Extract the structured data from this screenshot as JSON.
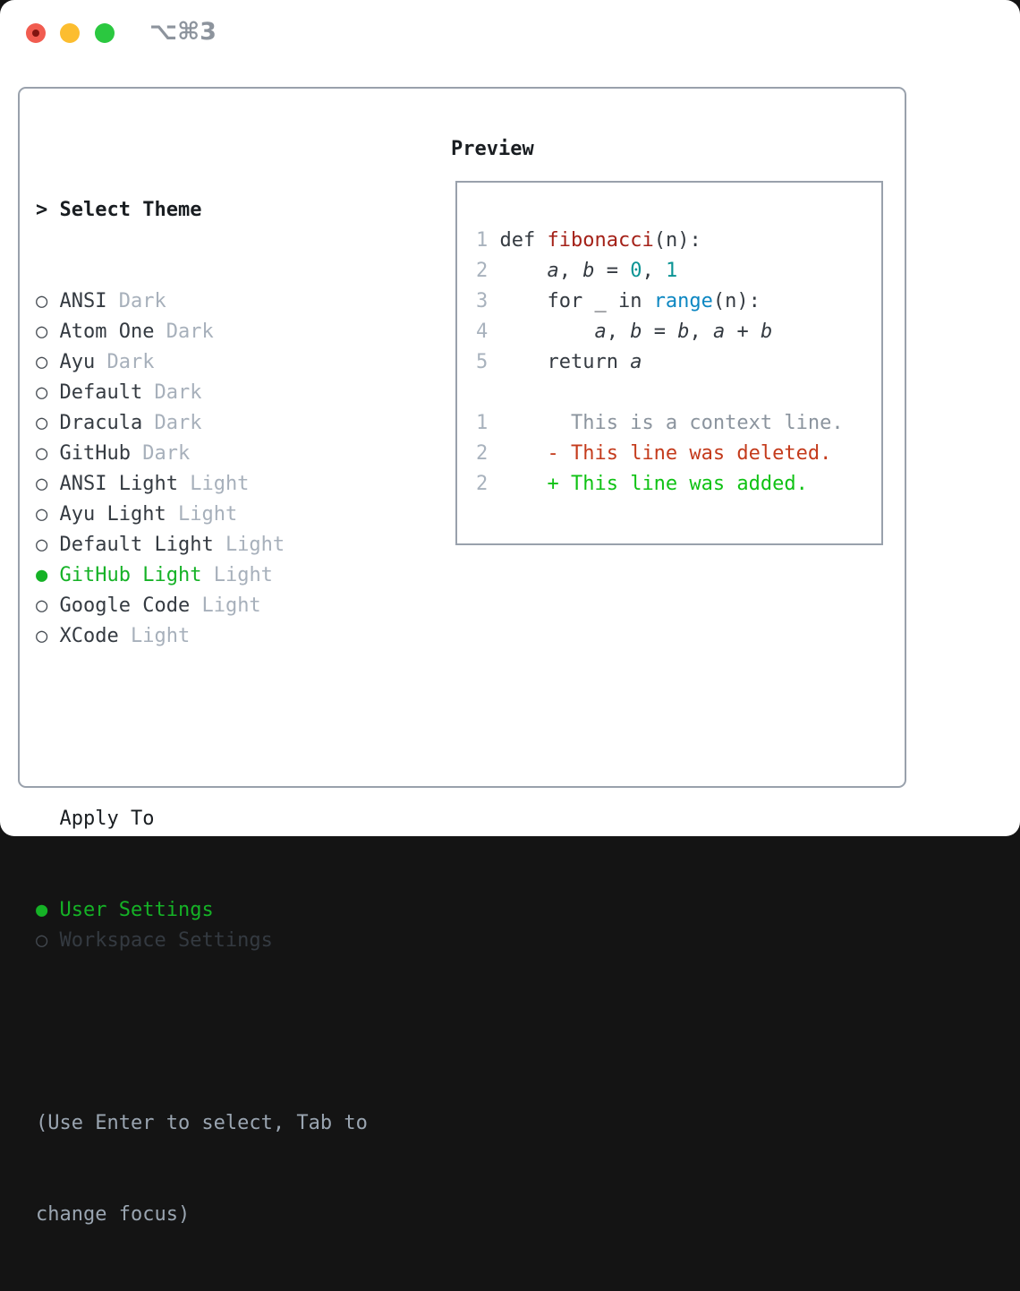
{
  "titlebar": {
    "shortcut": "⌥⌘3"
  },
  "traffic_lights": {
    "close": "close-light",
    "minimize": "minimize-light",
    "zoom": "zoom-light"
  },
  "selector": {
    "prompt": ">",
    "title": "Select Theme",
    "markers": {
      "selected": "●",
      "unselected": "○"
    },
    "themes": [
      {
        "name": "ANSI",
        "variant": "Dark",
        "selected": false
      },
      {
        "name": "Atom One",
        "variant": "Dark",
        "selected": false
      },
      {
        "name": "Ayu",
        "variant": "Dark",
        "selected": false
      },
      {
        "name": "Default",
        "variant": "Dark",
        "selected": false
      },
      {
        "name": "Dracula",
        "variant": "Dark",
        "selected": false
      },
      {
        "name": "GitHub",
        "variant": "Dark",
        "selected": false
      },
      {
        "name": "ANSI Light",
        "variant": "Light",
        "selected": false
      },
      {
        "name": "Ayu Light",
        "variant": "Light",
        "selected": false
      },
      {
        "name": "Default Light",
        "variant": "Light",
        "selected": false
      },
      {
        "name": "GitHub Light",
        "variant": "Light",
        "selected": true
      },
      {
        "name": "Google Code",
        "variant": "Light",
        "selected": false
      },
      {
        "name": "XCode",
        "variant": "Light",
        "selected": false
      }
    ],
    "apply_to": {
      "title": "Apply To",
      "options": [
        {
          "label": "User Settings",
          "selected": true
        },
        {
          "label": "Workspace Settings",
          "selected": false
        }
      ]
    },
    "hint_lines": [
      "(Use Enter to select, Tab to",
      "change focus)"
    ]
  },
  "preview": {
    "title": "Preview",
    "code_lines": [
      {
        "num": "1",
        "segments": [
          {
            "text": "def ",
            "style": "plain"
          },
          {
            "text": "fibonacci",
            "style": "function"
          },
          {
            "text": "(n):",
            "style": "plain"
          }
        ]
      },
      {
        "num": "2",
        "segments": [
          {
            "text": "    ",
            "style": "plain"
          },
          {
            "text": "a",
            "style": "variable"
          },
          {
            "text": ", ",
            "style": "plain"
          },
          {
            "text": "b",
            "style": "variable"
          },
          {
            "text": " = ",
            "style": "plain"
          },
          {
            "text": "0",
            "style": "number"
          },
          {
            "text": ", ",
            "style": "plain"
          },
          {
            "text": "1",
            "style": "number"
          }
        ]
      },
      {
        "num": "3",
        "segments": [
          {
            "text": "    for _ in ",
            "style": "plain"
          },
          {
            "text": "range",
            "style": "builtin"
          },
          {
            "text": "(n):",
            "style": "plain"
          }
        ]
      },
      {
        "num": "4",
        "segments": [
          {
            "text": "        ",
            "style": "plain"
          },
          {
            "text": "a",
            "style": "variable"
          },
          {
            "text": ", ",
            "style": "plain"
          },
          {
            "text": "b",
            "style": "variable"
          },
          {
            "text": " = ",
            "style": "plain"
          },
          {
            "text": "b",
            "style": "variable"
          },
          {
            "text": ", ",
            "style": "plain"
          },
          {
            "text": "a",
            "style": "variable"
          },
          {
            "text": " + ",
            "style": "plain"
          },
          {
            "text": "b",
            "style": "variable"
          }
        ]
      },
      {
        "num": "5",
        "segments": [
          {
            "text": "    return ",
            "style": "plain"
          },
          {
            "text": "a",
            "style": "variable"
          }
        ]
      },
      {
        "num": "",
        "segments": []
      },
      {
        "num": "1",
        "segments": [
          {
            "text": "      This is a context line.",
            "style": "context"
          }
        ]
      },
      {
        "num": "2",
        "segments": [
          {
            "text": "    - This line was deleted.",
            "style": "deleted"
          }
        ]
      },
      {
        "num": "2",
        "segments": [
          {
            "text": "    + This line was added.",
            "style": "added"
          }
        ]
      }
    ]
  },
  "colors": {
    "selected_green": "#15b226",
    "added_green": "#0fc214",
    "deleted_red": "#c43b1c",
    "function_red": "#a42118",
    "number_teal": "#0b9494",
    "builtin_blue": "#0d87c2",
    "context_gray": "#8b949e",
    "muted_gray": "#a7b0bb",
    "border_gray": "#99a1ac",
    "text_dark": "#343a41"
  }
}
